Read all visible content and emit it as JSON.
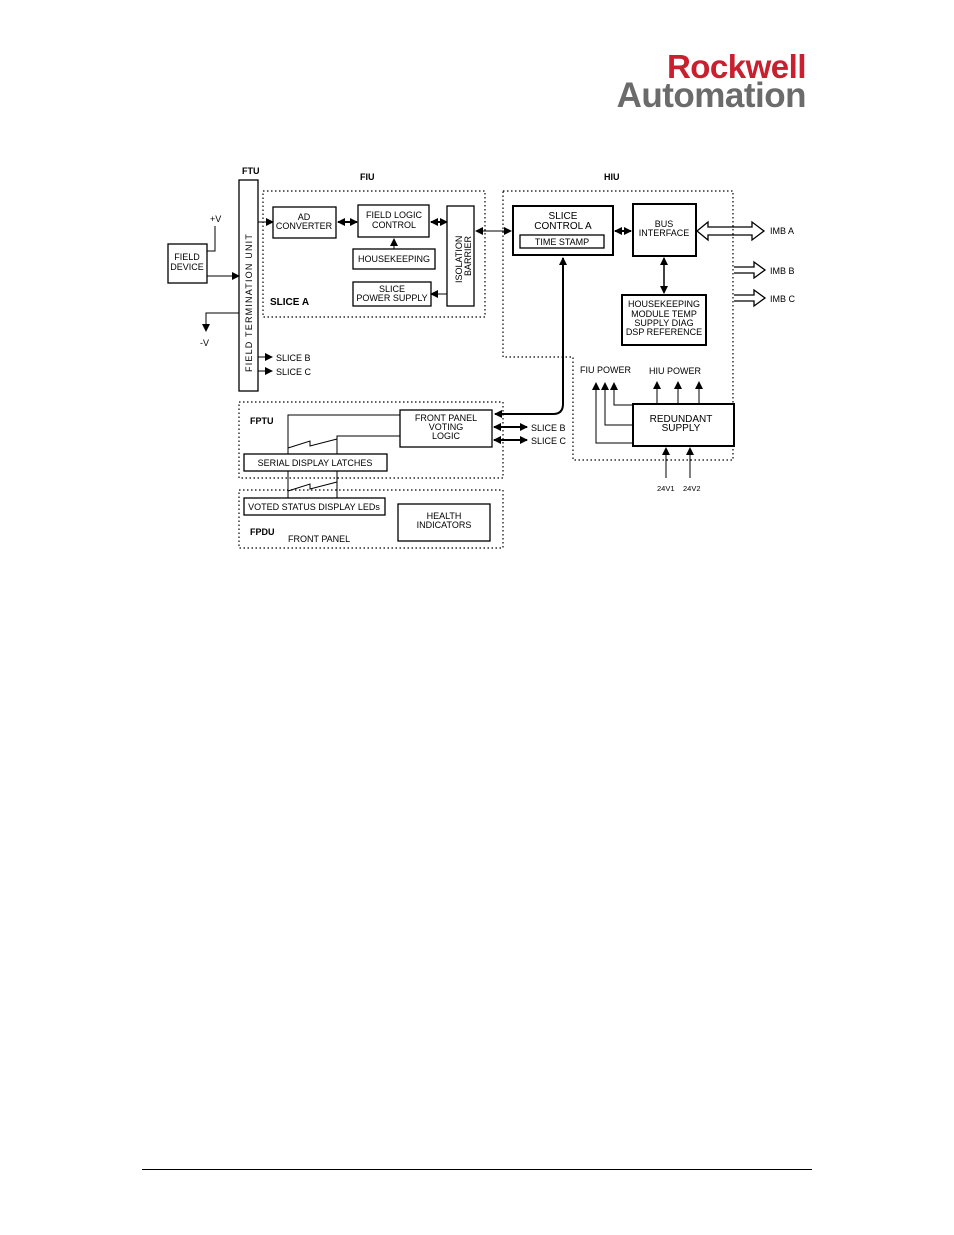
{
  "logo": {
    "line1": "Rockwell",
    "line2": "Automation",
    "line1_color": "#c8202f",
    "line2_color": "#6b6b6b"
  },
  "diagram": {
    "section_labels": {
      "ftu": "FTU",
      "fiu": "FIU",
      "hiu": "HIU",
      "fptu": "FPTU",
      "fpdu": "FPDU",
      "slice_a": "SLICE A",
      "front_panel": "FRONT PANEL"
    },
    "field_device": [
      "FIELD",
      "DEVICE"
    ],
    "plus_v": "+V",
    "minus_v": "-V",
    "field_termination_unit": "FIELD TERMINATION UNIT",
    "ad_converter": [
      "AD",
      "CONVERTER"
    ],
    "field_logic_control": [
      "FIELD LOGIC",
      "CONTROL"
    ],
    "housekeeping": "HOUSEKEEPING",
    "slice_power_supply": [
      "SLICE",
      "POWER SUPPLY"
    ],
    "isolation_barrier": [
      "ISOLATION",
      "BARRIER"
    ],
    "slice_control_a": [
      "SLICE",
      "CONTROL A"
    ],
    "time_stamp": "TIME STAMP",
    "bus_interface": [
      "BUS",
      "INTERFACE"
    ],
    "imb_a": "IMB A",
    "imb_b": "IMB B",
    "imb_c": "IMB C",
    "housekeeping_module": [
      "HOUSEKEEPING",
      "MODULE TEMP",
      "SUPPLY DIAG",
      "DSP REFERENCE"
    ],
    "ftu_slice_b": "SLICE B",
    "ftu_slice_c": "SLICE C",
    "front_panel_voting_logic": [
      "FRONT PANEL",
      "VOTING",
      "LOGIC"
    ],
    "fp_slice_b": "SLICE B",
    "fp_slice_c": "SLICE C",
    "serial_display_latches": "SERIAL DISPLAY LATCHES",
    "voted_status_display_leds": "VOTED STATUS DISPLAY LEDs",
    "health_indicators": [
      "HEALTH",
      "INDICATORS"
    ],
    "fiu_power": "FIU POWER",
    "hiu_power": "HIU POWER",
    "redundant_supply": [
      "REDUNDANT",
      "SUPPLY"
    ],
    "v24_1": "24V1",
    "v24_2": "24V2"
  }
}
